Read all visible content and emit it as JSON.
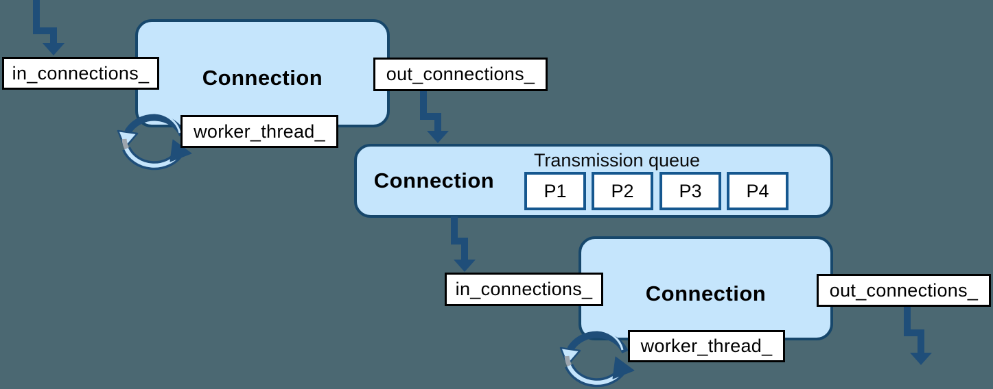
{
  "diagram": {
    "background": "#4B6872",
    "colors": {
      "node_fill": "#C5E5FC",
      "node_border": "#17476B",
      "arrow": "#1F4E79",
      "packet_border": "#15578F",
      "label_background": "#FFFFFF",
      "label_border": "#000000",
      "text": "#000000"
    },
    "nodes": {
      "connection1": {
        "title": "Connection"
      },
      "connection2": {
        "title": "Connection",
        "queue": {
          "title": "Transmission queue",
          "packets": [
            "P1",
            "P2",
            "P3",
            "P4"
          ]
        }
      },
      "connection3": {
        "title": "Connection"
      }
    },
    "labels": {
      "in1": "in_connections_",
      "out1": "out_connections_",
      "worker1": "worker_thread_",
      "in2": "in_connections_",
      "out2": "out_connections_",
      "worker2": "worker_thread_"
    },
    "icons": {
      "cycle1": "cycle-arrows-icon",
      "cycle2": "cycle-arrows-icon"
    }
  }
}
